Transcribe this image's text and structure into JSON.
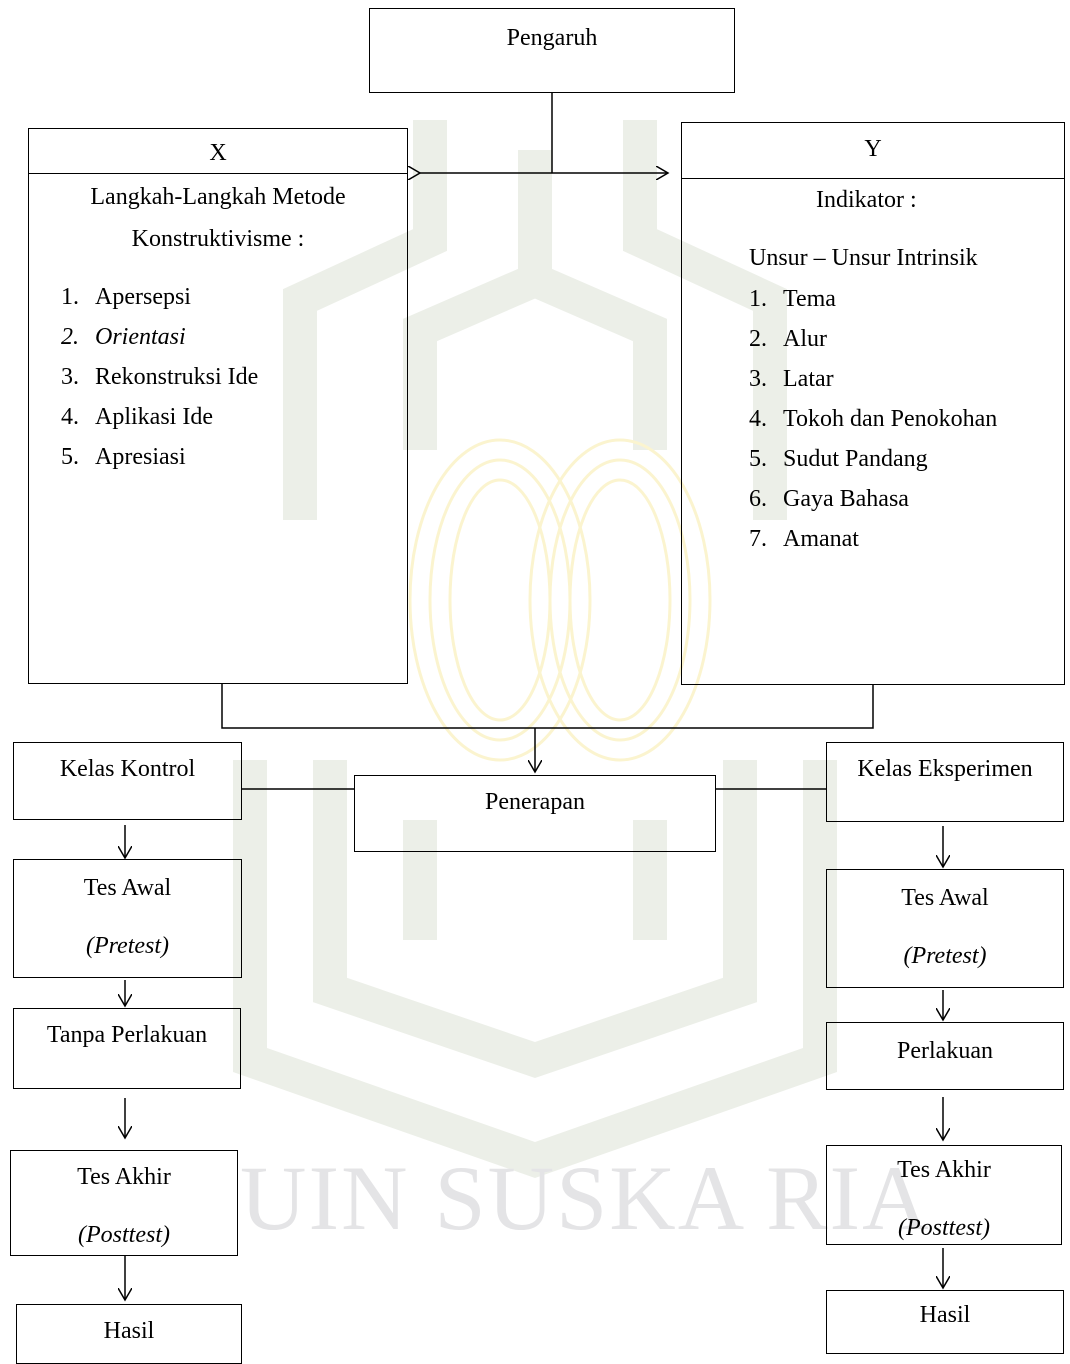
{
  "watermark": {
    "text": "UIN SUSKA RIA",
    "icon": "uin-suska-logo"
  },
  "top": {
    "label": "Pengaruh"
  },
  "x_box": {
    "title": "X",
    "heading_line1": "Langkah-Langkah Metode",
    "heading_line2": "Konstruktivisme :",
    "items": [
      {
        "num": "1.",
        "text": "Apersepsi"
      },
      {
        "num": "2.",
        "text": "Orientasi"
      },
      {
        "num": "3.",
        "text": "Rekonstruksi Ide"
      },
      {
        "num": "4.",
        "text": "Aplikasi Ide"
      },
      {
        "num": "5.",
        "text": "Apresiasi"
      }
    ]
  },
  "y_box": {
    "title": "Y",
    "heading": "Indikator :",
    "subheading": "Unsur – Unsur Intrinsik",
    "items": [
      {
        "num": "1.",
        "text": "Tema"
      },
      {
        "num": "2.",
        "text": "Alur"
      },
      {
        "num": "3.",
        "text": "Latar"
      },
      {
        "num": "4.",
        "text": "Tokoh dan Penokohan"
      },
      {
        "num": "5.",
        "text": "Sudut Pandang"
      },
      {
        "num": "6.",
        "text": "Gaya Bahasa"
      },
      {
        "num": "7.",
        "text": "Amanat"
      }
    ]
  },
  "center": {
    "label": "Penerapan"
  },
  "left_flow": {
    "class": "Kelas Kontrol",
    "pretest": "Tes Awal",
    "pretest_sub": "(Pretest)",
    "treatment": "Tanpa Perlakuan",
    "posttest": "Tes Akhir",
    "posttest_sub": "(Posttest)",
    "result": "Hasil"
  },
  "right_flow": {
    "class": "Kelas Eksperimen",
    "pretest": "Tes Awal",
    "pretest_sub": "(Pretest)",
    "treatment": "Perlakuan",
    "posttest": "Tes Akhir",
    "posttest_sub": "(Posttest)",
    "result": "Hasil"
  }
}
